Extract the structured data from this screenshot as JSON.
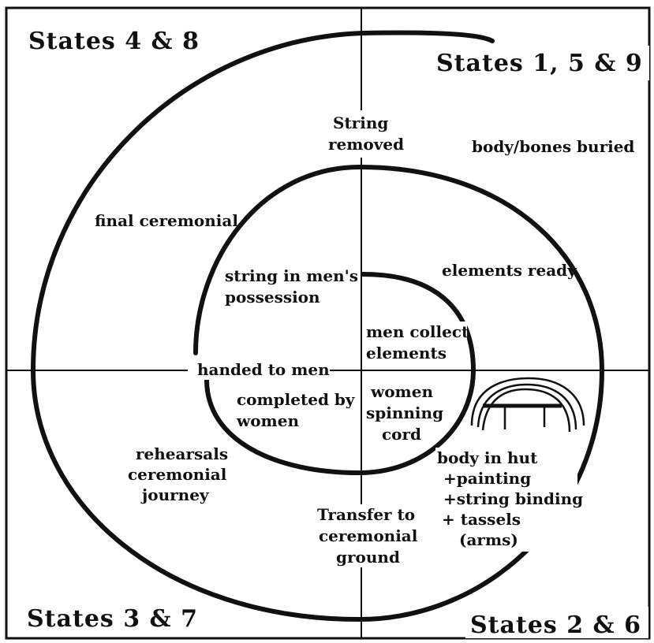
{
  "quadrant_labels": {
    "top_left": "States 4 & 8",
    "top_right": "States 1, 5 & 9",
    "bottom_left": "States 3 & 7",
    "bottom_right": "States 2 & 6"
  },
  "annotations": {
    "string_removed": [
      "String",
      "removed"
    ],
    "body_bones_buried": [
      "body/bones buried"
    ],
    "final_ceremonial": [
      "final ceremonial"
    ],
    "elements_ready": [
      "elements ready"
    ],
    "string_in_mens_possession": [
      "string in men's",
      "possession"
    ],
    "men_collect_elements": [
      "men collect",
      "elements"
    ],
    "handed_to_men": [
      "handed to men"
    ],
    "completed_by_women": [
      "completed by",
      "women"
    ],
    "women_spinning_cord": [
      "women",
      "spinning",
      "cord"
    ],
    "body_in_hut": [
      "body in hut",
      "+painting",
      "+string binding",
      "+ tassels",
      "(arms)"
    ],
    "rehearsals_ceremonial_journey": [
      "rehearsals",
      "ceremonial",
      "journey"
    ],
    "transfer_to_ceremonial_ground": [
      "Transfer to",
      "ceremonial",
      "ground"
    ]
  },
  "colors": {
    "ink": "#111111",
    "background": "#ffffff"
  },
  "icons": [
    "hut-icon"
  ]
}
